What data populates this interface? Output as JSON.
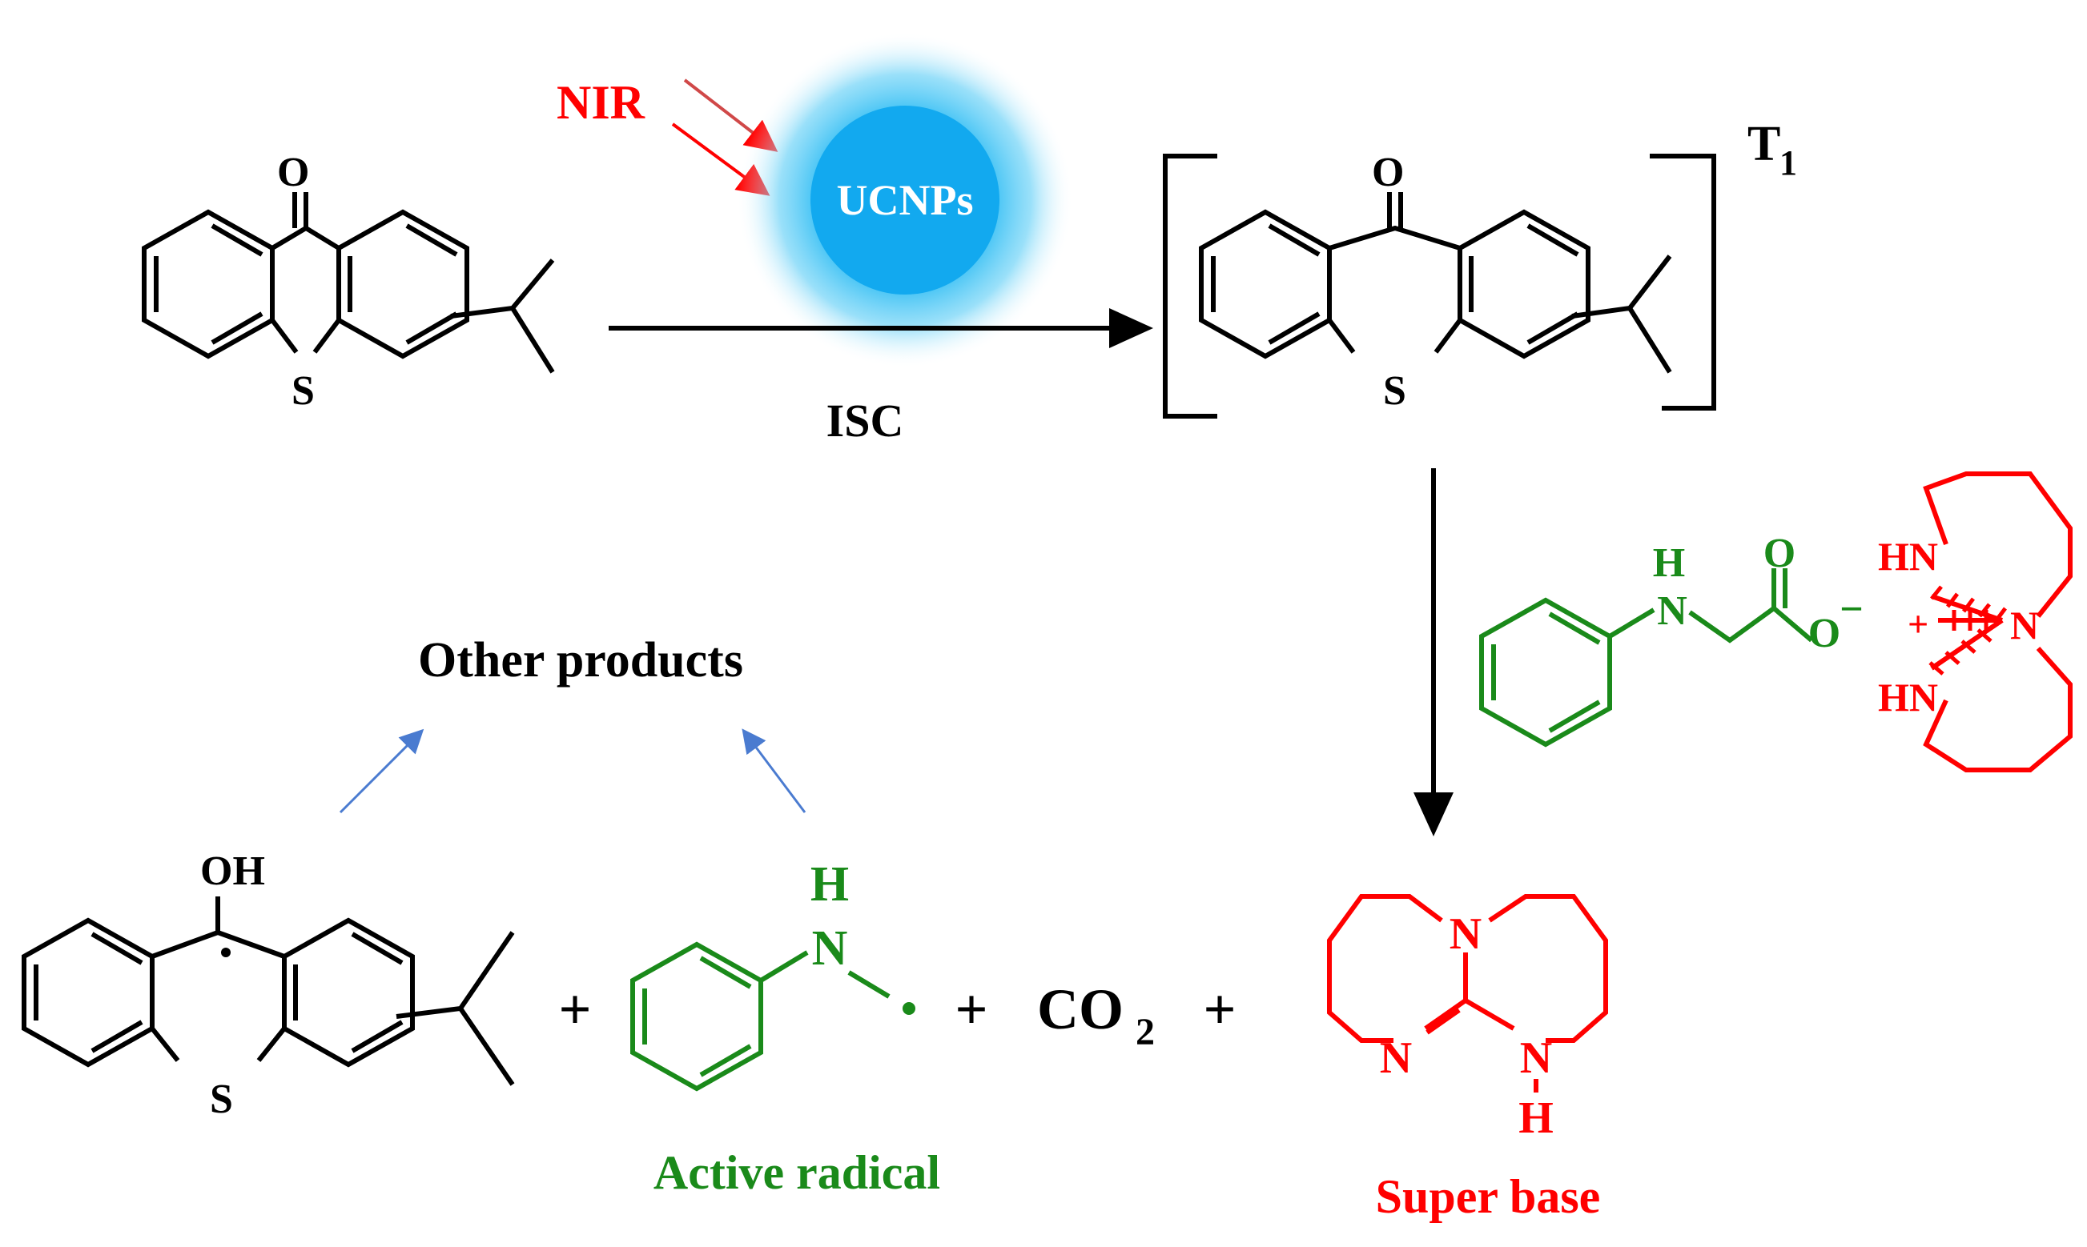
{
  "diagram": {
    "nir_label": "NIR",
    "ucnp_label": "UCNPs",
    "isc_label": "ISC",
    "triplet_label": "T",
    "triplet_subscript": "1",
    "other_products_label": "Other products",
    "active_radical_label": "Active radical",
    "super_base_label": "Super base",
    "co2_label": "CO",
    "co2_subscript": "2",
    "plus": "+",
    "atoms": {
      "oxygen": "O",
      "sulfur": "S",
      "hydroxyl": "OH",
      "nitrogen": "N",
      "hydrogen": "H",
      "imine_nh": "HN",
      "charge_minus": "−",
      "charge_plus": "+"
    },
    "colors": {
      "nir": "#ff0000",
      "ucnp_core": "#12a9ef",
      "ucnp_glow": "#4cc6f5",
      "radical": "#1a8a1a",
      "super_base": "#ff0000",
      "side_arrows": "#4a7bd0"
    }
  }
}
